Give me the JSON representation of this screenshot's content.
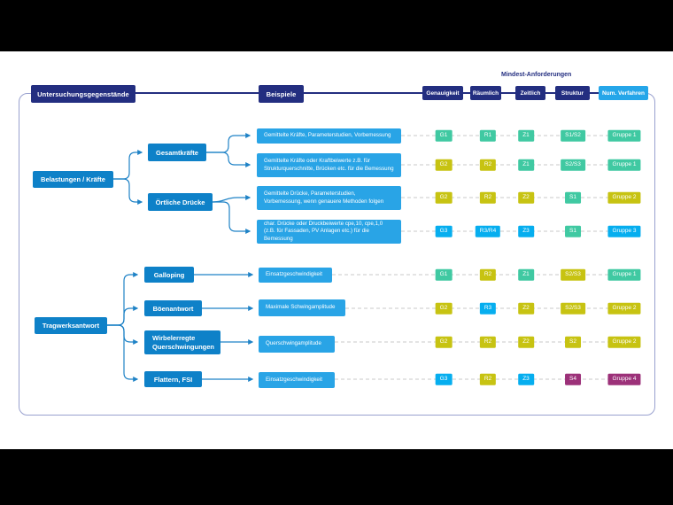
{
  "header": {
    "investigation_title": "Untersuchungsgegenstände",
    "examples_title": "Beispiele",
    "requirements_title": "Mindest-Anforderungen",
    "columns": [
      {
        "label": "Genauigkeit",
        "color": "#232e80"
      },
      {
        "label": "Räumlich",
        "color": "#232e80"
      },
      {
        "label": "Zeitlich",
        "color": "#232e80"
      },
      {
        "label": "Struktur",
        "color": "#232e80"
      },
      {
        "label": "Num. Verfahren",
        "color": "#25a6e9"
      }
    ]
  },
  "tree": [
    {
      "parent": "Belastungen / Kräfte",
      "children": [
        "Gesamtkräfte",
        "Örtliche Drücke"
      ]
    },
    {
      "parent": "Tragwerksantwort",
      "children": [
        "Galloping",
        "Böenantwort",
        "Wirbelerregte Querschwingungen",
        "Flattern, FSI"
      ]
    }
  ],
  "colors": {
    "navy": "#232e80",
    "node_blue": "#0e81c8",
    "example_blue": "#29a4e6",
    "teal": "#40c9a2",
    "yellow": "#c7c312",
    "cyan": "#06aeef",
    "purple": "#9c3179",
    "frame_border": "#99a1cf",
    "dash_gray": "#c9c9c9"
  },
  "rows": [
    {
      "example": "Gemittelte Kräfte, Parameterstudien, Vorbemessung",
      "genauigkeit": {
        "label": "G1",
        "color": "#40c9a2"
      },
      "raeumlich": {
        "label": "R1",
        "color": "#40c9a2"
      },
      "zeitlich": {
        "label": "Z1",
        "color": "#40c9a2"
      },
      "struktur": {
        "label": "S1/S2",
        "color": "#40c9a2"
      },
      "gruppe": {
        "label": "Gruppe 1",
        "color": "#40c9a2"
      }
    },
    {
      "example": "Gemittelte Kräfte oder Kraftbeiwerte z.B. für Strukturquerschnitte, Brücken etc. für die Bemessung",
      "genauigkeit": {
        "label": "G2",
        "color": "#c7c312"
      },
      "raeumlich": {
        "label": "R2",
        "color": "#c7c312"
      },
      "zeitlich": {
        "label": "Z1",
        "color": "#40c9a2"
      },
      "struktur": {
        "label": "S2/S3",
        "color": "#40c9a2"
      },
      "gruppe": {
        "label": "Gruppe 1",
        "color": "#40c9a2"
      }
    },
    {
      "example": "Gemittelte Drücke, Parameterstudien, Vorbemessung, wenn genauere Methoden folgen",
      "genauigkeit": {
        "label": "G2",
        "color": "#c7c312"
      },
      "raeumlich": {
        "label": "R2",
        "color": "#c7c312"
      },
      "zeitlich": {
        "label": "Z2",
        "color": "#c7c312"
      },
      "struktur": {
        "label": "S1",
        "color": "#40c9a2"
      },
      "gruppe": {
        "label": "Gruppe 2",
        "color": "#c7c312"
      }
    },
    {
      "example": "char. Drücke oder Druckbeiwerte cpe,10, cpe,1,0 (z.B. für Fassaden, PV Anlagen etc.) für die Bemessung",
      "genauigkeit": {
        "label": "G3",
        "color": "#06aeef"
      },
      "raeumlich": {
        "label": "R3/R4",
        "color": "#06aeef"
      },
      "zeitlich": {
        "label": "Z3",
        "color": "#06aeef"
      },
      "struktur": {
        "label": "S1",
        "color": "#40c9a2"
      },
      "gruppe": {
        "label": "Gruppe 3",
        "color": "#06aeef"
      }
    },
    {
      "example": "Einsatzgeschwindigkeit",
      "genauigkeit": {
        "label": "G1",
        "color": "#40c9a2"
      },
      "raeumlich": {
        "label": "R2",
        "color": "#c7c312"
      },
      "zeitlich": {
        "label": "Z1",
        "color": "#40c9a2"
      },
      "struktur": {
        "label": "S2/S3",
        "color": "#c7c312"
      },
      "gruppe": {
        "label": "Gruppe 1",
        "color": "#40c9a2"
      }
    },
    {
      "example": "Maximale Schwingamplitude",
      "genauigkeit": {
        "label": "G2",
        "color": "#c7c312"
      },
      "raeumlich": {
        "label": "R3",
        "color": "#06aeef"
      },
      "zeitlich": {
        "label": "Z2",
        "color": "#c7c312"
      },
      "struktur": {
        "label": "S2/S3",
        "color": "#c7c312"
      },
      "gruppe": {
        "label": "Gruppe 2",
        "color": "#c7c312"
      }
    },
    {
      "example": "Querschwingamplitude",
      "genauigkeit": {
        "label": "G2",
        "color": "#c7c312"
      },
      "raeumlich": {
        "label": "R2",
        "color": "#c7c312"
      },
      "zeitlich": {
        "label": "Z2",
        "color": "#c7c312"
      },
      "struktur": {
        "label": "S2",
        "color": "#c7c312"
      },
      "gruppe": {
        "label": "Gruppe 2",
        "color": "#c7c312"
      }
    },
    {
      "example": "Einsatzgeschwindigkeit",
      "genauigkeit": {
        "label": "G3",
        "color": "#06aeef"
      },
      "raeumlich": {
        "label": "R2",
        "color": "#c7c312"
      },
      "zeitlich": {
        "label": "Z3",
        "color": "#06aeef"
      },
      "struktur": {
        "label": "S4",
        "color": "#9c3179"
      },
      "gruppe": {
        "label": "Gruppe 4",
        "color": "#9c3179"
      }
    }
  ]
}
